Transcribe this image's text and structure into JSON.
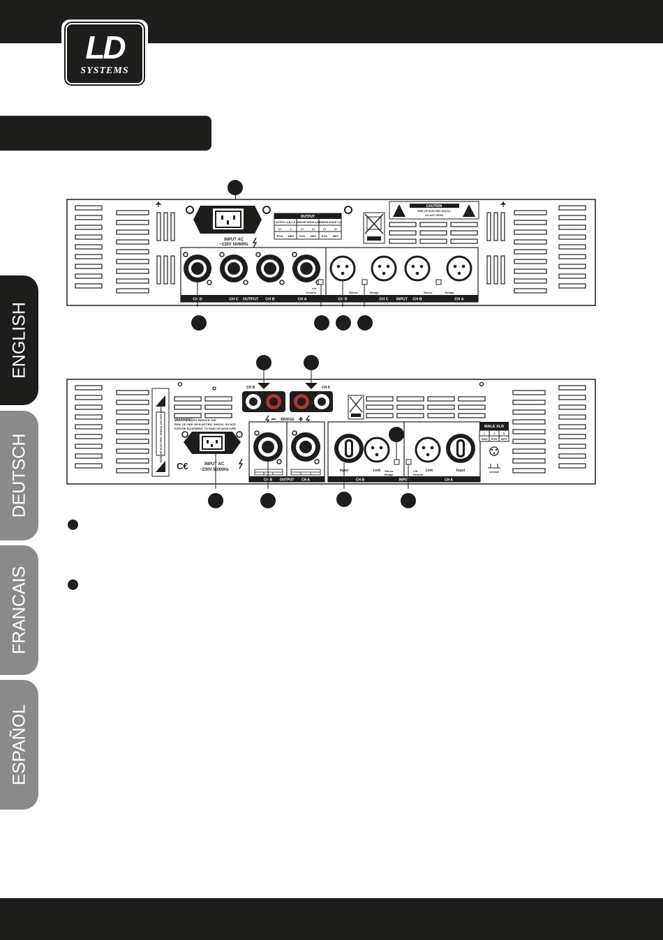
{
  "brand": {
    "logo_mark": "LD",
    "logo_word": "SYSTEMS"
  },
  "language_tabs": [
    {
      "label": "ENGLISH",
      "active": true
    },
    {
      "label": "DEUTSCH",
      "active": false
    },
    {
      "label": "FRANCAIS",
      "active": false
    },
    {
      "label": "ESPAÑOL",
      "active": false
    }
  ],
  "panel_top": {
    "input_ac": "INPUT AC",
    "voltage": "~230V 50/60Hz",
    "output_table": {
      "title": "OUTPUT",
      "headers": [
        "OUTPUT A,B,C,D",
        "BRIDGE MODE A,B",
        "BRIDGE MODE C,D"
      ],
      "pins": [
        "1+",
        "1-",
        "1+",
        "2+",
        "1+",
        "2+"
      ],
      "polarity": [
        "POS",
        "NEG",
        "POS",
        "NEG",
        "POS",
        "NEG"
      ]
    },
    "caution": {
      "title": "CAUTION",
      "line1": "RISK OF ELECTRIC SHOCK",
      "line2": "DO NOT OPEN"
    },
    "lift": "Lift",
    "ground": "Ground",
    "stereo": "Stereo",
    "bridge": "Bridge",
    "labels": [
      "CH D",
      "CH C",
      "OUTPUT",
      "CH B",
      "CH A",
      "CH D",
      "CH C",
      "INPUT",
      "CH B",
      "CH A"
    ]
  },
  "panel_bottom": {
    "warning_title": "WARNING:",
    "warning_1": "TO REDUCE THE",
    "warning_2": "RISK OF FIRE OR ELECTRIC SHOCK, DO NOT",
    "warning_3": "EXPOSE EQUIPMENT TO RAIN OR MOISTURE",
    "side_warning": "RISK OF ELECTRIC SHOCK DO NOT OPEN",
    "input_ac": "INPUT AC",
    "voltage": "~230V 50/60Hz",
    "ch_b": "CH B",
    "ch_a": "CH A",
    "bridge": "BRIDGE",
    "input": "Input",
    "link": "Link",
    "stereo": "Stereo",
    "bridge_sw": "Bridge",
    "lift": "Lift",
    "ground": "Ground",
    "output": "OUTPUT",
    "input_label": "INPUT",
    "male_xlr": "MALE XLR",
    "xlr_pins": [
      "1",
      "2",
      "3"
    ],
    "xlr_names": [
      "GND",
      "POS",
      "NEG"
    ]
  }
}
